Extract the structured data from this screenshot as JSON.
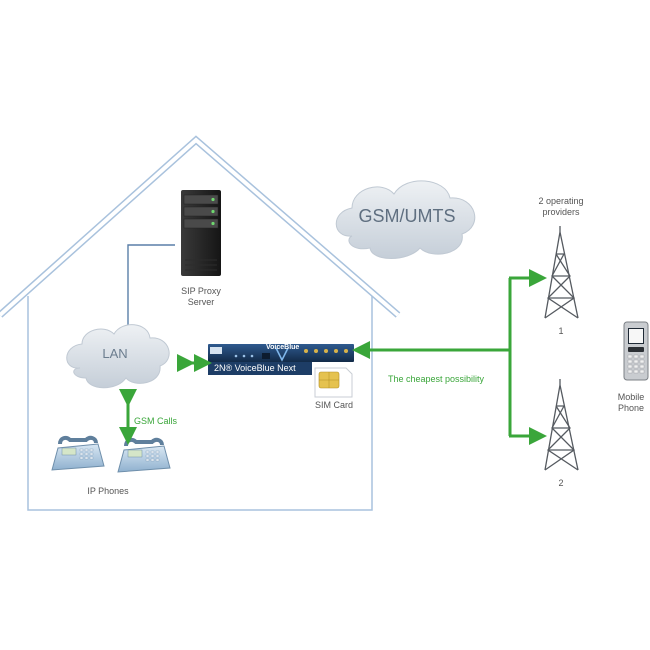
{
  "colors": {
    "house_line": "#a9c2dd",
    "arrow": "#3aa63a",
    "cloud": "#d2d9e1",
    "device": "#1c3b63"
  },
  "cloud_lan": "LAN",
  "cloud_gsm": "GSM/UMTS",
  "sip_proxy": {
    "line1": "SIP Proxy",
    "line2": "Server"
  },
  "device": {
    "name": "2N® VoiceBlue Next",
    "badge": "VoiceBlue"
  },
  "sim_card": "SIM Card",
  "gsm_calls": "GSM Calls",
  "ip_phones": "IP Phones",
  "cheapest": "The cheapest possibility",
  "providers": {
    "line1": "2 operating",
    "line2": "providers"
  },
  "tower_1": "1",
  "tower_2": "2",
  "mobile_phone": {
    "line1": "Mobile",
    "line2": "Phone"
  },
  "icons": [
    "server-icon",
    "ip-phone-icon",
    "sim-card-icon",
    "cell-tower-icon",
    "mobile-phone-icon"
  ]
}
